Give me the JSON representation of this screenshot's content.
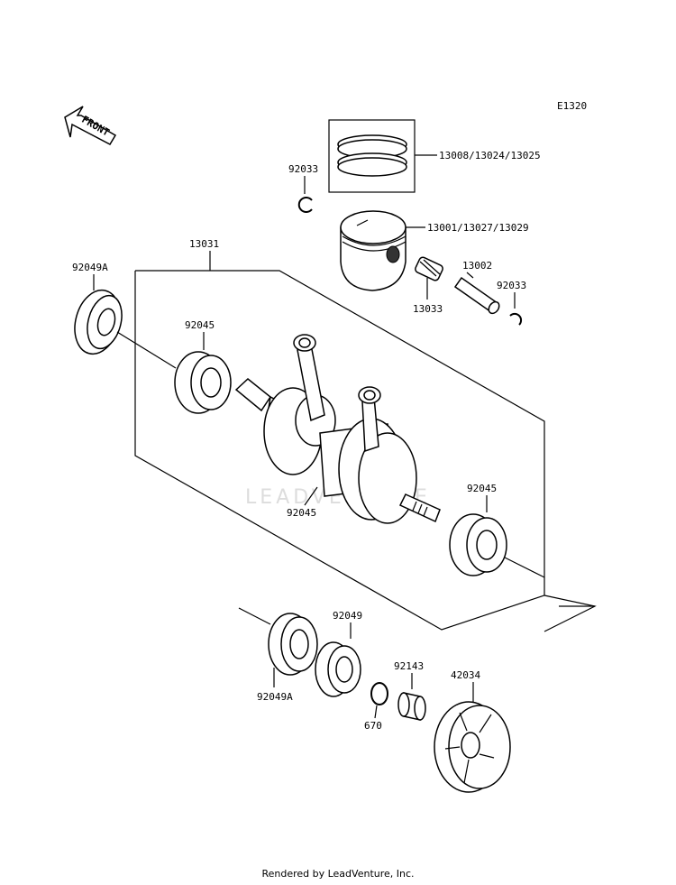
{
  "diagram_code": "E1320",
  "front_label": "FRONT",
  "watermark": "LEADVENTURE",
  "footer": "Rendered by LeadVenture, Inc.",
  "labels": {
    "ring_set": "13008/13024/13025",
    "clip_top": "92033",
    "piston": "13001/13027/13029",
    "crankshaft_assy": "13031",
    "seal_left": "92049A",
    "bearing_left": "92045",
    "bearing_needle": "13033",
    "pin": "13002",
    "clip_right": "92033",
    "bearing_center": "92045",
    "bearing_right": "92045",
    "seal_lower": "92049A",
    "bearing_lower": "92049",
    "oring": "670",
    "collar": "92143",
    "coupling": "42034"
  }
}
